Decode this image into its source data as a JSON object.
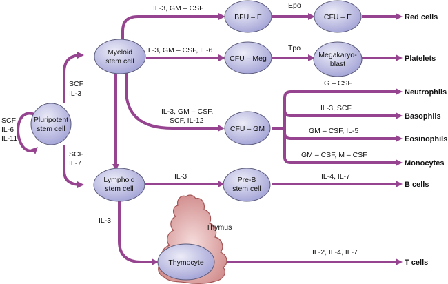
{
  "colors": {
    "arrow": "#96448f",
    "cell_fill_light": "#e6e6f6",
    "cell_fill_dark": "#a6a6d8",
    "thymus_fill": "#d89a9a",
    "thymus_stroke": "#a35454",
    "text": "#111111"
  },
  "cells": {
    "pluripotent": [
      "Pluripotent",
      "stem cell"
    ],
    "myeloid": [
      "Myeloid",
      "stem cell"
    ],
    "lymphoid": [
      "Lymphoid",
      "stem cell"
    ],
    "bfu_e": [
      "BFU – E"
    ],
    "cfu_e": [
      "CFU – E"
    ],
    "cfu_meg": [
      "CFU – Meg"
    ],
    "megakaryoblast": [
      "Megakaryo-",
      "blast"
    ],
    "cfu_gm": [
      "CFU – GM"
    ],
    "pre_b": [
      "Pre-B",
      "stem cell"
    ],
    "thymocyte": [
      "Thymocyte"
    ]
  },
  "organ": {
    "thymus": "Thymus"
  },
  "factors": {
    "self_renewal": [
      "SCF",
      "IL-6",
      "IL-11"
    ],
    "to_myeloid": [
      "SCF",
      "IL-3"
    ],
    "to_lymphoid": [
      "SCF",
      "IL-7"
    ],
    "to_bfu_e": "IL-3, GM – CSF",
    "to_cfu_e": "Epo",
    "to_cfu_meg": "IL-3, GM – CSF, IL-6",
    "to_megakaryoblast": "Tpo",
    "to_cfu_gm": [
      "IL-3, GM – CSF,",
      "SCF, IL-12"
    ],
    "to_neutrophils": "G – CSF",
    "to_basophils": "IL-3, SCF",
    "to_eosinophils": "GM – CSF, IL-5",
    "to_monocytes": "GM – CSF, M – CSF",
    "to_pre_b": "IL-3",
    "to_b_cells": "IL-4, IL-7",
    "to_thymocyte": "IL-3",
    "to_t_cells": "IL-2, IL-4, IL-7"
  },
  "outputs": {
    "red_cells": "Red cells",
    "platelets": "Platelets",
    "neutrophils": "Neutrophils",
    "basophils": "Basophils",
    "eosinophils": "Eosinophils",
    "monocytes": "Monocytes",
    "b_cells": "B cells",
    "t_cells": "T cells"
  }
}
